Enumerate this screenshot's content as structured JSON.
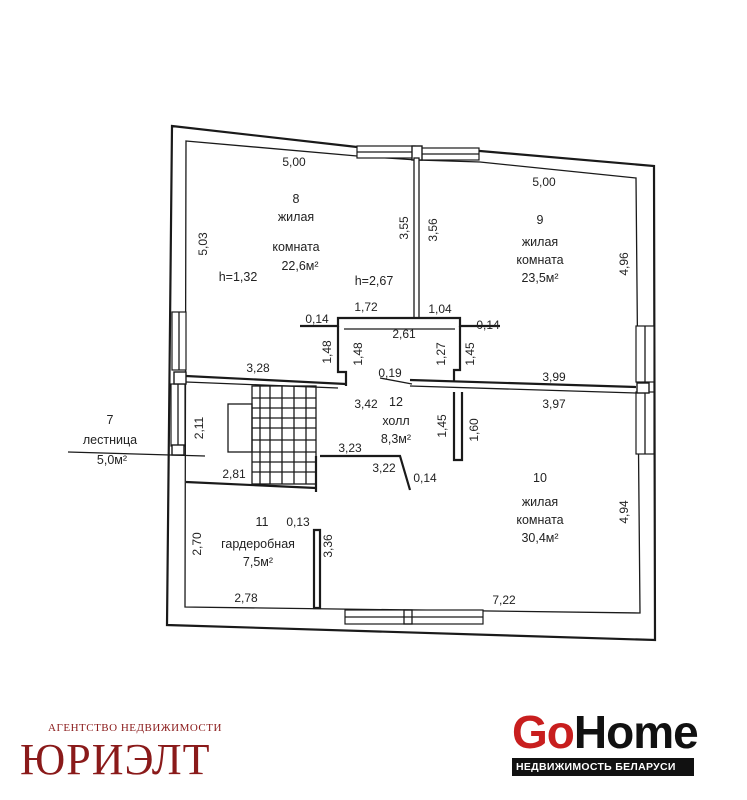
{
  "rooms": {
    "r8": {
      "number": "8",
      "name_line1": "жилая",
      "name_line2": "комната",
      "area": "22,6м²"
    },
    "r9": {
      "number": "9",
      "name_line1": "жилая",
      "name_line2": "комната",
      "area": "23,5м²"
    },
    "r10": {
      "number": "10",
      "name_line1": "жилая",
      "name_line2": "комната",
      "area": "30,4м²"
    },
    "r11": {
      "number": "11",
      "name": "гардеробная",
      "area": "7,5м²"
    },
    "r12": {
      "number": "12",
      "name": "холл",
      "area": "8,3м²"
    },
    "r7": {
      "number": "7",
      "name": "лестница",
      "area": "5,0м²"
    }
  },
  "heights": {
    "h1": "h=1,32",
    "h2": "h=2,67"
  },
  "dims": {
    "d500a": "5,00",
    "d500b": "5,00",
    "d503": "5,03",
    "d496": "4,96",
    "d355": "3,55",
    "d356": "3,56",
    "d172": "1,72",
    "d104": "1,04",
    "d014a": "0,14",
    "d261": "2,61",
    "d014b": "0,14",
    "d148a": "1,48",
    "d148b": "1,48",
    "d127": "1,27",
    "d145a": "1,45",
    "d328": "3,28",
    "d019": "0,19",
    "d399": "3,99",
    "d397": "3,97",
    "d342": "3,42",
    "d211": "2,11",
    "d145b": "1,45",
    "d160": "1,60",
    "d323": "3,23",
    "d322": "3,22",
    "d014c": "0,14",
    "d281": "2,81",
    "d494": "4,94",
    "d270": "2,70",
    "d013": "0,13",
    "d336": "3,36",
    "d278": "2,78",
    "d722": "7,22"
  },
  "branding": {
    "agency_tag": "АГЕНТСТВО НЕДВИЖИМОСТИ",
    "agency_name": "ЮРИЭЛТ",
    "logo_go": "Go",
    "logo_home": "Home",
    "logo_sub": "НЕДВИЖИМОСТЬ БЕЛАРУСИ"
  }
}
